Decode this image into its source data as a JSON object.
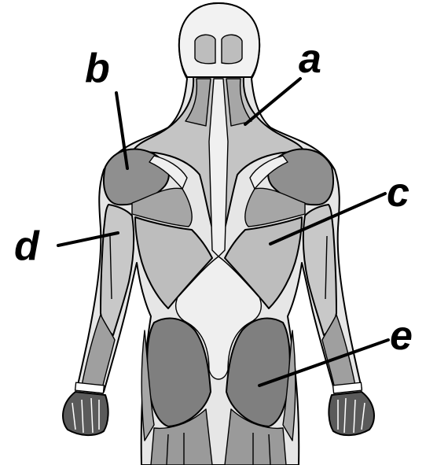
{
  "labels": {
    "a": "a",
    "b": "b",
    "c": "c",
    "d": "d",
    "e": "e"
  },
  "colors": {
    "background": "#ffffff",
    "skin_light": "#efefef",
    "muscle_light": "#c4c4c4",
    "muscle_medium": "#a6a6a6",
    "muscle_dark": "#8a8a8a",
    "muscle_deep": "#6f6f6f",
    "outline": "#000000"
  }
}
